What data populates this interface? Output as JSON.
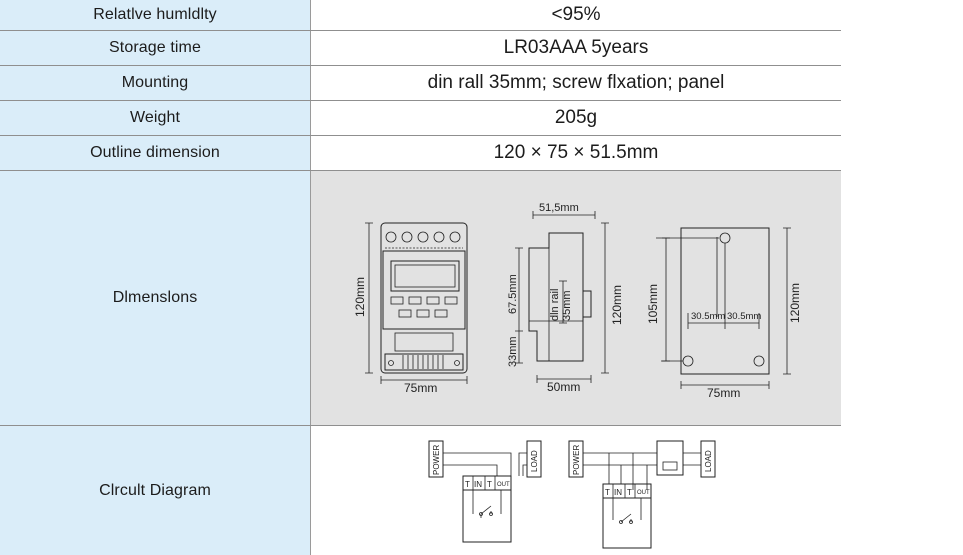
{
  "rows": [
    {
      "label": "Relatlve humldlty",
      "value": "<95%"
    },
    {
      "label": "Storage time",
      "value": "LR03AAA 5years"
    },
    {
      "label": "Mounting",
      "value": "din rall 35mm; screw flxation; panel"
    },
    {
      "label": "Weight",
      "value": "205g"
    },
    {
      "label": "Outline dimension",
      "value": "120 × 75 × 51.5mm"
    },
    {
      "label": "Dlmenslons"
    },
    {
      "label": "Clrcult Diagram"
    }
  ],
  "dimensions": {
    "front_height": "120mm",
    "front_width": "75mm",
    "side_depth_top": "51,5mm",
    "side_upper": "67.5mm",
    "side_lower": "33mm",
    "din_rail": "dln rail",
    "din_rail_size": "35mm",
    "side_height": "120mm",
    "side_base": "50mm",
    "back_hole_spacing": "105mm",
    "back_hole_left": "30.5mm",
    "back_hole_right": "30.5mm",
    "back_height": "120mm",
    "back_width": "75mm"
  },
  "circuit": {
    "power": "POWER",
    "load": "LOAD",
    "t1": "T",
    "in": "IN",
    "t2": "T",
    "out": "OUT"
  }
}
